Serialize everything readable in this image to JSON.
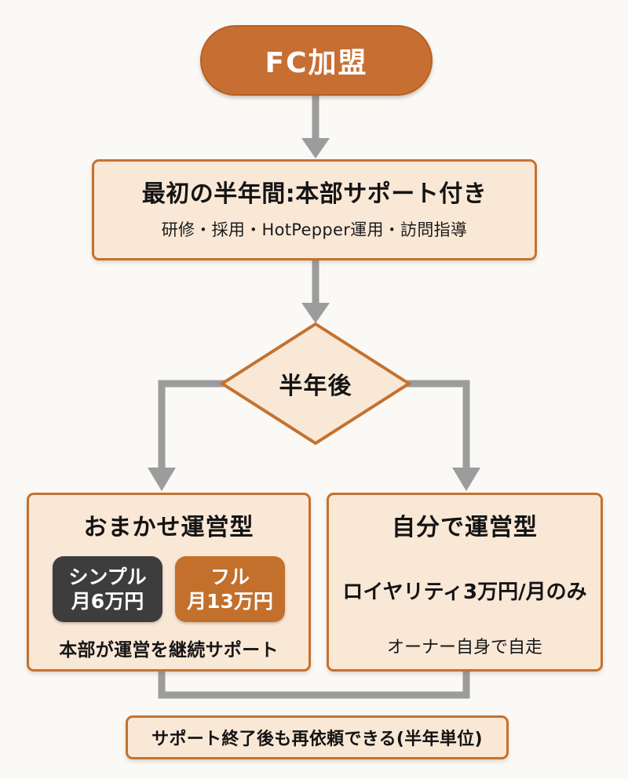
{
  "palette": {
    "orange": "#C76E33",
    "panel_fill": "#FAE8D7",
    "panel_border": "#C4722E",
    "badge_dark": "#3D3D3D",
    "badge_orange": "#C2702C",
    "connector_gray": "#9C9C9C",
    "text_dark": "#141414",
    "background": "#FAF9F6"
  },
  "start": {
    "label": "FC加盟"
  },
  "support": {
    "title": "最初の半年間:本部サポート付き",
    "subtitle": "研修・採用・HotPepper運用・訪問指導"
  },
  "decision": {
    "label": "半年後"
  },
  "branch_left": {
    "title": "おまかせ運営型",
    "plans": [
      {
        "name": "シンプル",
        "price": "月6万円",
        "color": "#3D3D3D"
      },
      {
        "name": "フル",
        "price": "月13万円",
        "color": "#C2702C"
      }
    ],
    "note": "本部が運営を継続サポート"
  },
  "branch_right": {
    "title": "自分で運営型",
    "royalty": "ロイヤリティ3万円/月のみ",
    "note": "オーナー自身で自走"
  },
  "footer": {
    "label": "サポート終了後も再依頼できる(半年単位)"
  }
}
